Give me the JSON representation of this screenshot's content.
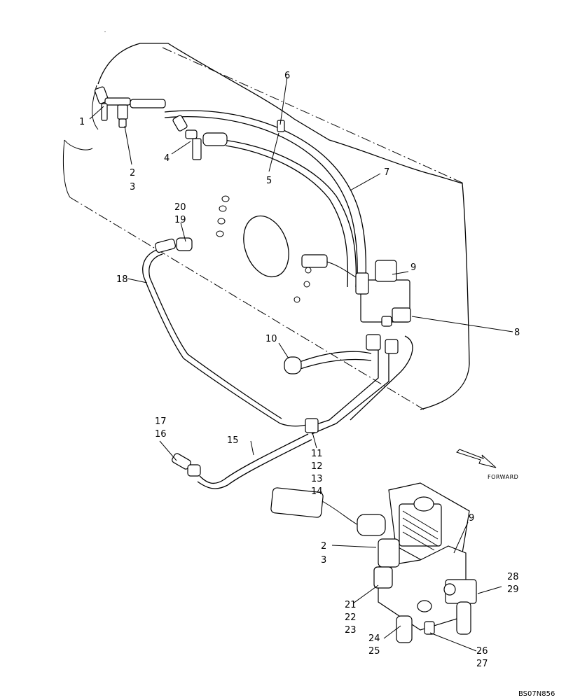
{
  "labels": {
    "l1": "1",
    "l2a": "2",
    "l3a": "3",
    "l4": "4",
    "l5": "5",
    "l6": "6",
    "l7": "7",
    "l9a": "9",
    "l8": "8",
    "l10": "10",
    "l20": "20",
    "l19": "19",
    "l18": "18",
    "l17": "17",
    "l16": "16",
    "l15": "15",
    "l11": "11",
    "l12": "12",
    "l13": "13",
    "l14": "14",
    "l9b": "9",
    "l2b": "2",
    "l3b": "3",
    "l28": "28",
    "l29": "29",
    "l21": "21",
    "l22": "22",
    "l23": "23",
    "l24": "24",
    "l25": "25",
    "l26": "26",
    "l27": "27"
  },
  "forward_label": "FORWARD",
  "drawing_code": "BS07N856"
}
